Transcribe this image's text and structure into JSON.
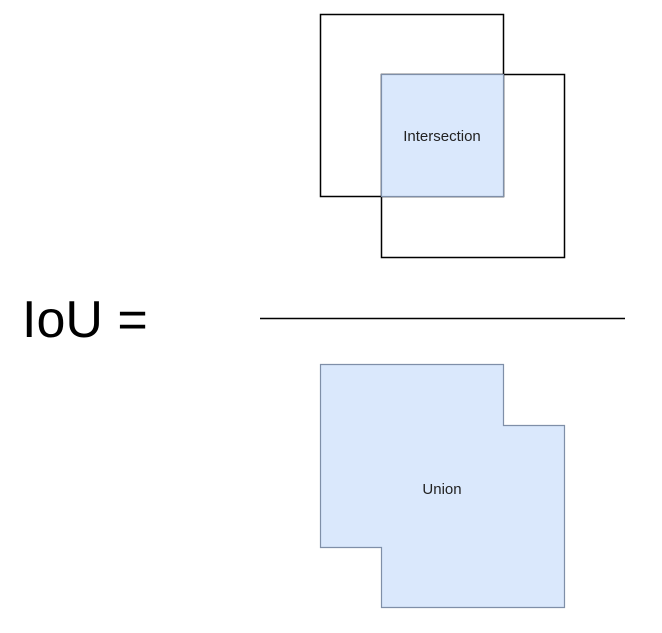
{
  "formula": {
    "lhs": "IoU ="
  },
  "numerator": {
    "label": "Intersection"
  },
  "denominator": {
    "label": "Union"
  },
  "colors": {
    "fill": "#dae8fc",
    "fill_stroke": "#7f8fa8",
    "outline": "#000000"
  }
}
